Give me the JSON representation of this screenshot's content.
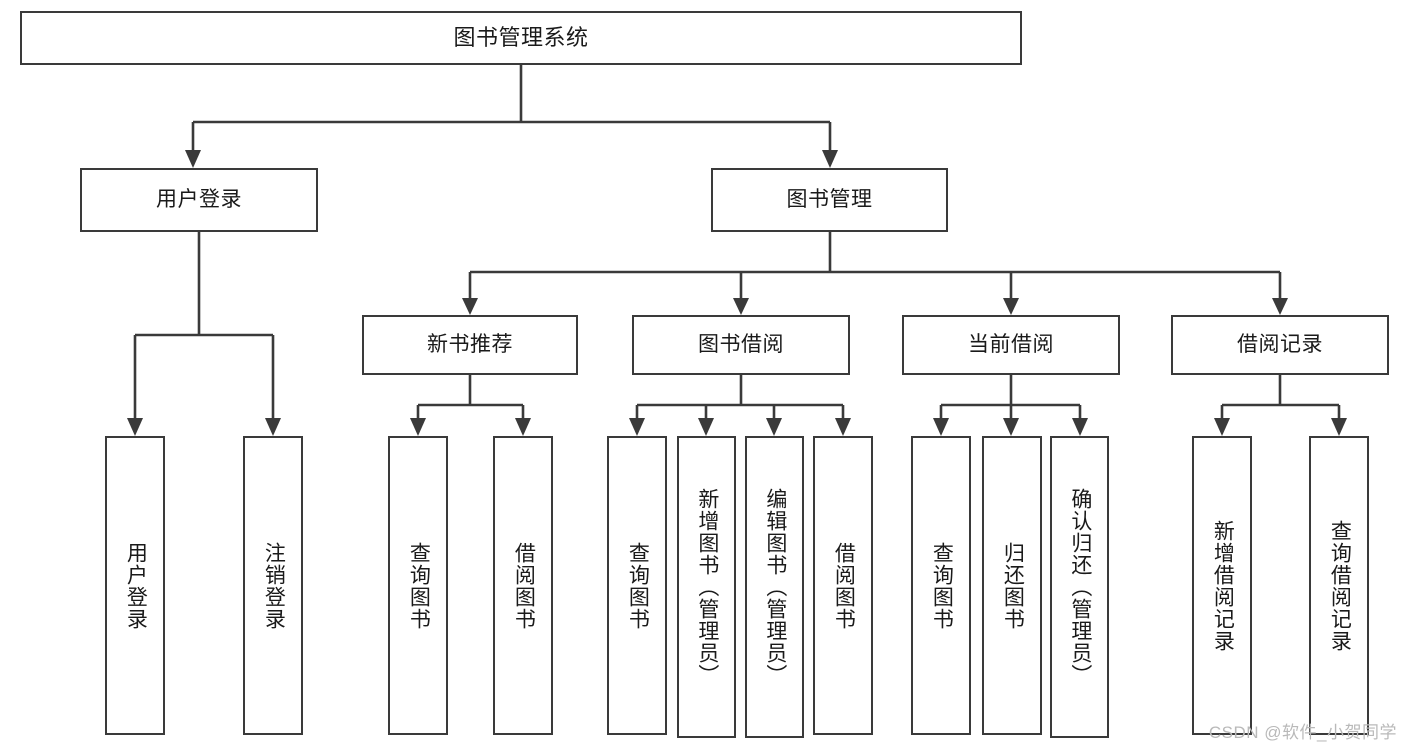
{
  "diagram": {
    "title": "图书管理系统",
    "type": "hierarchy-tree",
    "watermark": "CSDN @软件_小贺同学",
    "colors": {
      "stroke": "#3a3a3a",
      "fill": "#ffffff",
      "text": "#1a1a1a",
      "watermark": "#b9b9b9"
    },
    "root": {
      "label": "图书管理系统"
    },
    "level2": [
      {
        "label": "用户登录"
      },
      {
        "label": "图书管理"
      }
    ],
    "level3": [
      {
        "label": "新书推荐"
      },
      {
        "label": "图书借阅"
      },
      {
        "label": "当前借阅"
      },
      {
        "label": "借阅记录"
      }
    ],
    "leaves": {
      "user_login": [
        {
          "label": "用户登录"
        },
        {
          "label": "注销登录"
        }
      ],
      "new_book": [
        {
          "label": "查询图书"
        },
        {
          "label": "借阅图书"
        }
      ],
      "book_borrow": [
        {
          "label": "查询图书"
        },
        {
          "label": "新增图书（管理员）"
        },
        {
          "label": "编辑图书（管理员）"
        },
        {
          "label": "借阅图书"
        }
      ],
      "current_borrow": [
        {
          "label": "查询图书"
        },
        {
          "label": "归还图书"
        },
        {
          "label": "确认归还（管理员）"
        }
      ],
      "borrow_record": [
        {
          "label": "新增借阅记录"
        },
        {
          "label": "查询借阅记录"
        }
      ]
    }
  }
}
